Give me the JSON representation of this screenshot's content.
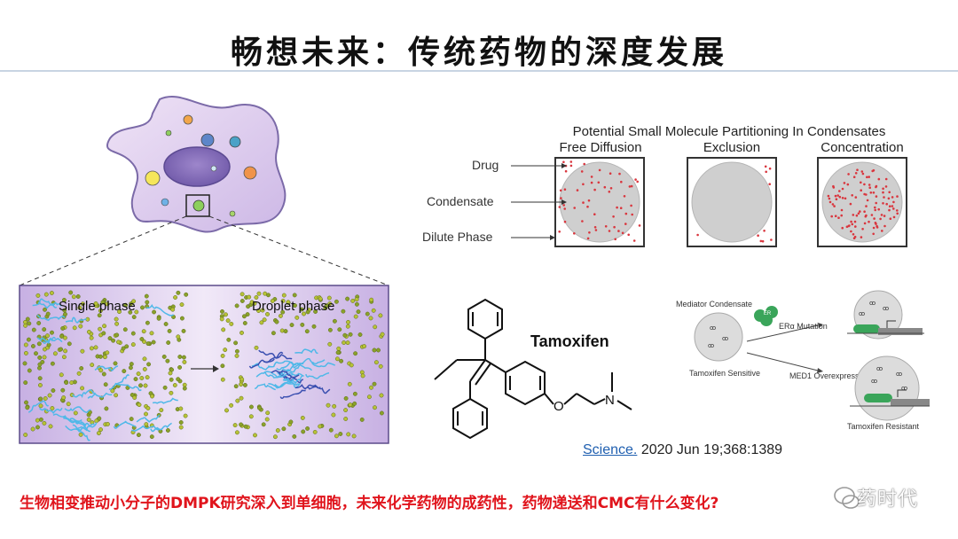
{
  "slide": {
    "title": "畅想未来：传统药物的深度发展",
    "footer_note": "生物相变推动小分子的DMPK研究深入到单细胞，未来化学药物的成药性，药物递送和CMC有什么变化?",
    "watermark": "药时代"
  },
  "cell_figure": {
    "label_single": "Single phase",
    "label_droplet": "Droplet phase"
  },
  "partition_figure": {
    "title": "Potential Small Molecule Partitioning In Condensates",
    "col_free": "Free Diffusion",
    "col_exclusion": "Exclusion",
    "col_concentration": "Concentration",
    "label_drug": "Drug",
    "label_condensate": "Condensate",
    "label_dilute": "Dilute Phase",
    "dot_color": "#d9363e",
    "condensate_color": "#cfcfcf"
  },
  "molecule": {
    "name": "Tamoxifen",
    "atom_o": "O",
    "atom_n": "N"
  },
  "mechanism_figure": {
    "mediator_label": "Mediator Condensate",
    "er_label": "ER",
    "mutation_label": "ERα Mutation",
    "med1_label": "MED1 Overexpression",
    "sensitive_label": "Tamoxifen Sensitive",
    "resistant_label": "Tamoxifen Resistant"
  },
  "citation": {
    "journal": "Science.",
    "detail": " 2020 Jun 19;368:1389"
  }
}
